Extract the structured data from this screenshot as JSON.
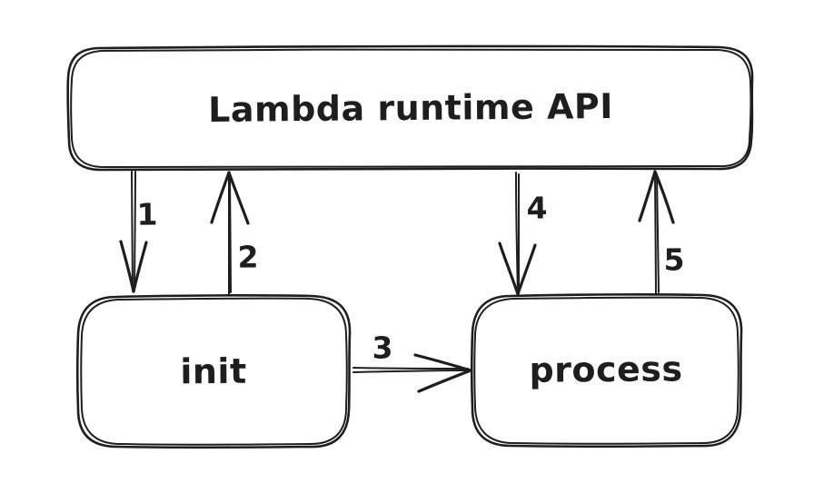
{
  "diagram": {
    "type": "flow-diagram",
    "style": "hand-drawn",
    "background": "#ffffff",
    "stroke_color": "#1e1e1e",
    "nodes": [
      {
        "id": "lambda-runtime-api",
        "label": "Lambda runtime API"
      },
      {
        "id": "init",
        "label": "init"
      },
      {
        "id": "process",
        "label": "process"
      }
    ],
    "edges": [
      {
        "label": "1",
        "from": "lambda-runtime-api",
        "to": "init",
        "direction": "down"
      },
      {
        "label": "2",
        "from": "init",
        "to": "lambda-runtime-api",
        "direction": "up"
      },
      {
        "label": "3",
        "from": "init",
        "to": "process",
        "direction": "right"
      },
      {
        "label": "4",
        "from": "lambda-runtime-api",
        "to": "process",
        "direction": "down"
      },
      {
        "label": "5",
        "from": "process",
        "to": "lambda-runtime-api",
        "direction": "up"
      }
    ]
  }
}
